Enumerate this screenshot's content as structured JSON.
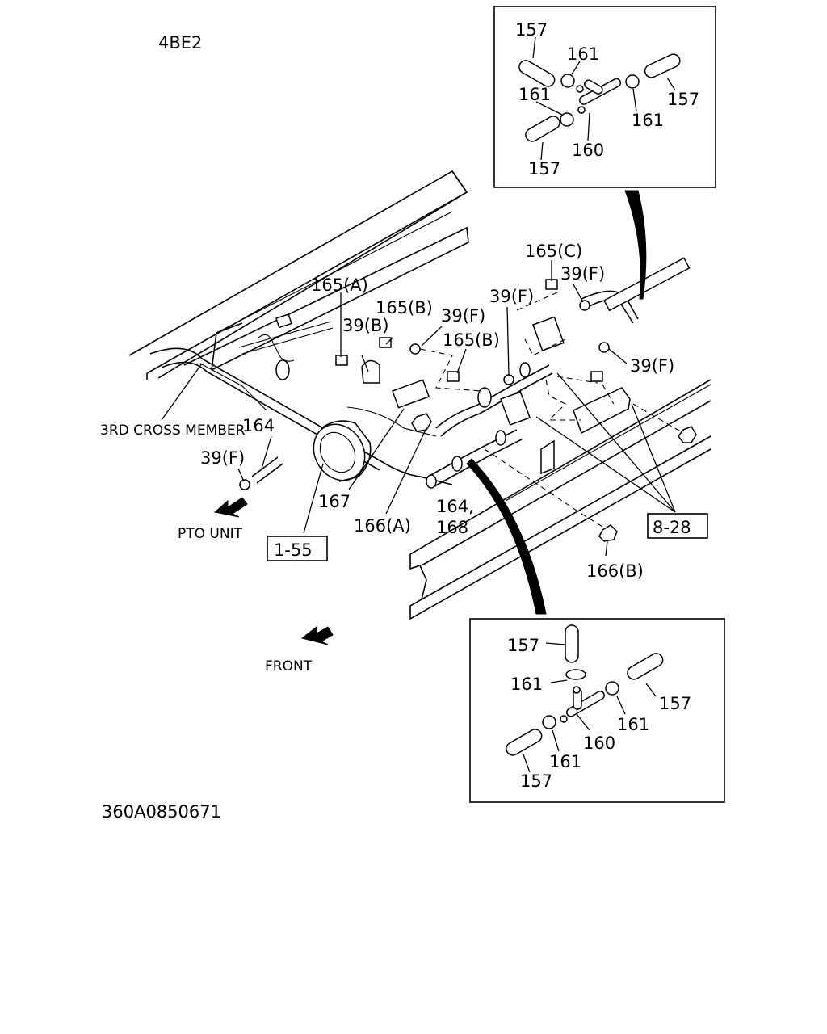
{
  "header": {
    "engine_code": "4BE2"
  },
  "footer": {
    "drawing_number": "360A0850671"
  },
  "main_labels": {
    "cross_member": "3RD CROSS MEMBER",
    "pto_unit": "PTO UNIT",
    "front": "FRONT",
    "p165a": "165(A)",
    "p165b_1": "165(B)",
    "p165b_2": "165(B)",
    "p165c": "165(C)",
    "p39b": "39(B)",
    "p39f_1": "39(F)",
    "p39f_2": "39(F)",
    "p39f_3": "39(F)",
    "p39f_4": "39(F)",
    "p39f_5": "39(F)",
    "p164_a": "164",
    "p164_b": "164,",
    "p168": "168",
    "p167": "167",
    "p166a": "166(A)",
    "p166b": "166(B)",
    "ref_1_55": "1-55",
    "ref_8_28": "8-28"
  },
  "detail_top": {
    "l157_a": "157",
    "l161_a": "161",
    "l161_b": "161",
    "l157_b": "157",
    "l161_c": "161",
    "l160": "160",
    "l157_c": "157"
  },
  "detail_bottom": {
    "l157_a": "157",
    "l161_a": "161",
    "l157_b": "157",
    "l161_b": "161",
    "l160": "160",
    "l161_c": "161",
    "l157_c": "157"
  }
}
